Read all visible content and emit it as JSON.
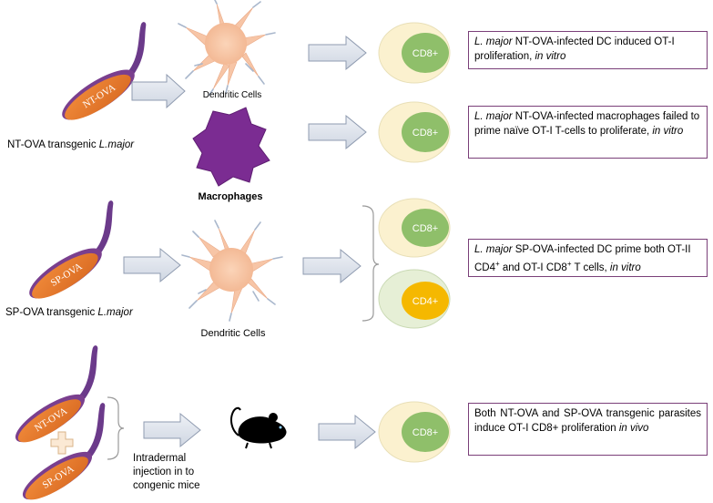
{
  "colors": {
    "parasite_fill": "#e67e33",
    "parasite_edge": "#7a3f8e",
    "flagellum": "#6b3a8a",
    "dc_fill": "#f7c5a6",
    "dc_spike": "#a9b7cc",
    "macrophage": "#7b2c92",
    "cell_outer": "#fbf1cf",
    "cell_outer_light": "#e6efd6",
    "cd8_fill": "#8fbf6a",
    "cd4_fill": "#f5b800",
    "arrow_fill": "#dde3ec",
    "arrow_edge": "#8f9bb0",
    "box_border": "#7a3f79",
    "mouse": "#000000"
  },
  "icons": {
    "parasite": "leishmania-parasite-icon",
    "dendritic_cell": "dendritic-cell-icon",
    "macrophage": "macrophage-icon",
    "t_cell": "t-cell-icon",
    "mouse": "mouse-icon",
    "arrow": "block-arrow-icon",
    "plus": "plus-icon",
    "bracket": "bracket-icon"
  },
  "parasites": {
    "nt_ova_top": "NT-OVA",
    "sp_ova_mid": "SP-OVA",
    "nt_ova_bottom": "NT-OVA",
    "sp_ova_bottom": "SP-OVA"
  },
  "cells": {
    "row1": "CD8+",
    "row2": "CD8+",
    "row3a": "CD8+",
    "row3b": "CD4+",
    "row4": "CD8+"
  },
  "labels": {
    "nt_transgenic_prefix": "NT-OVA transgenic ",
    "nt_transgenic_species": "L.major",
    "sp_transgenic_prefix": "SP-OVA transgenic ",
    "sp_transgenic_species": "L.major",
    "dc_top": "Dendritic Cells",
    "macrophages": "Macrophages",
    "dc_mid": "Dendritic Cells",
    "injection_line1": "Intradermal",
    "injection_line2": "injection in to",
    "injection_line3": "congenic mice"
  },
  "results": {
    "r1": {
      "species": "L. major",
      "text": " NT-OVA-infected DC induced OT-I proliferation, ",
      "cond": "in vitro"
    },
    "r2": {
      "species": "L. major",
      "text": " NT-OVA-infected macrophages failed to prime naïve OT-I T-cells to proliferate, ",
      "cond": "in vitro"
    },
    "r3": {
      "species": "L. major",
      "text1": " SP-OVA-infected DC prime both OT-II CD4",
      "sup1": "+",
      "text2": " and OT-I CD8",
      "sup2": "+",
      "text3": " T cells, ",
      "cond": "in vitro"
    },
    "r4": {
      "text": "Both NT-OVA and SP-OVA transgenic parasites induce OT-I CD8+ proliferation ",
      "cond": "in vivo"
    }
  }
}
